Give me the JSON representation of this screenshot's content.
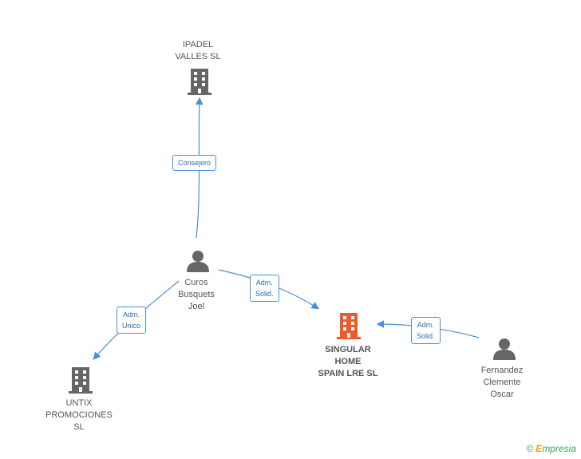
{
  "nodes": {
    "ipadel": {
      "label": "IPADEL\nVALLES SL",
      "type": "company"
    },
    "curos": {
      "label": "Curos\nBusquets\nJoel",
      "type": "person"
    },
    "singular": {
      "label": "SINGULAR\nHOME\nSPAIN LRE SL",
      "type": "company-main"
    },
    "untix": {
      "label": "UNTIX\nPROMOCIONES\nSL",
      "type": "company"
    },
    "fernandez": {
      "label": "Fernandez\nClemente\nOscar",
      "type": "person"
    }
  },
  "edges": {
    "consejero": {
      "label": "Consejero"
    },
    "adm_solid_1": {
      "label": "Adm.\nSolid."
    },
    "adm_unico": {
      "label": "Adm.\nUnico"
    },
    "adm_solid_2": {
      "label": "Adm.\nSolid."
    }
  },
  "footer": {
    "copyright": "©",
    "brand_initial": "E",
    "brand_rest": "mpresia"
  },
  "colors": {
    "edge": "#4a90d9",
    "company": "#666666",
    "main_company": "#f05a28",
    "person": "#666666"
  },
  "icons": {
    "company": "building-icon",
    "person": "person-icon"
  }
}
